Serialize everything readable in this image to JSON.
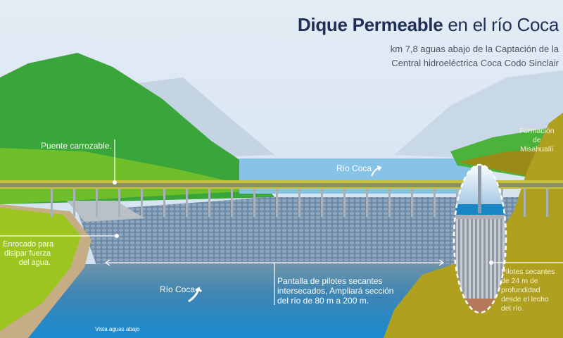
{
  "header": {
    "title_bold": "Dique Permeable",
    "title_rest": " en el río Coca",
    "subtitle_line1": "km 7,8 aguas abajo de la Captación de la",
    "subtitle_line2": "Central hidroeléctrica Coca Codo Sinclair"
  },
  "labels": {
    "bridge": "Puente carrozable.",
    "river_top": "Río Coca",
    "riprap": [
      "Enrocado para",
      "disipar fuerza",
      "del agua."
    ],
    "river_bottom": "Río Coca",
    "screen": [
      "Pantalla de pilotes secantes",
      "intersecados, Ampliará sección",
      "del río de 80 m a 200 m."
    ],
    "piles": [
      "Pilotes secantes",
      "de  24 m de",
      "profundidad",
      "desde el lecho",
      "del río."
    ],
    "formation": [
      "Formación",
      "de",
      "Misahuallí"
    ],
    "view": "Vista aguas abajo"
  },
  "colors": {
    "title": "#1f2f55",
    "sky": "#dfe9f3",
    "green_mountain": "#3aa53a",
    "light_green": "#9cc61f",
    "olive": "#b0a020",
    "river": "#2f8fc4",
    "bridge": "#c9c13a"
  }
}
